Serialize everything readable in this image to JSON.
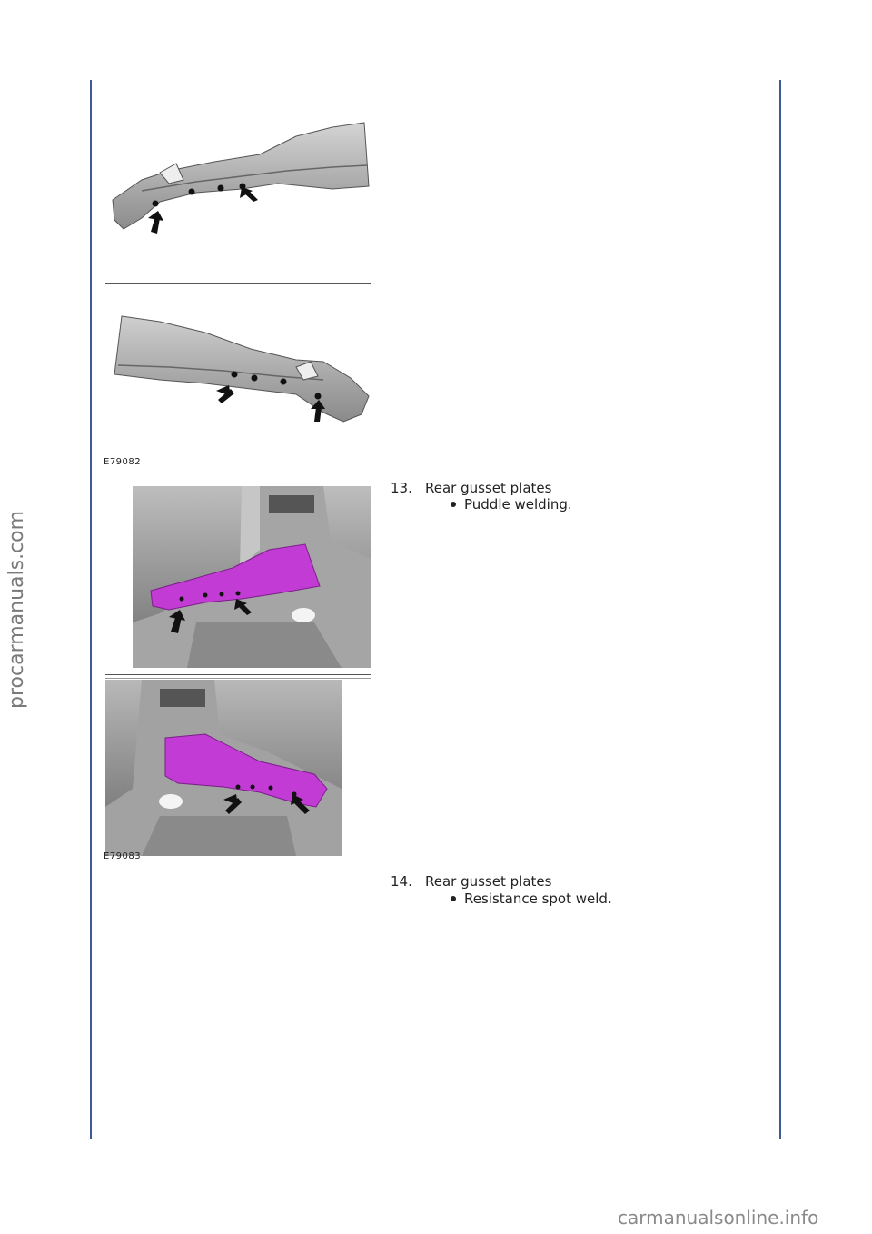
{
  "figures": [
    {
      "code": "E79082"
    },
    {
      "code": "E79083"
    }
  ],
  "steps": [
    {
      "number": "13.",
      "title": "Rear gusset plates",
      "bullets": [
        "Puddle welding."
      ]
    },
    {
      "number": "14.",
      "title": "Rear gusset plates",
      "bullets": [
        "Resistance spot weld."
      ]
    }
  ],
  "watermarks": {
    "side": "procarmanuals.com",
    "footer": "carmanualsonline.info"
  },
  "colors": {
    "rule": "#3a5a9a",
    "gusset": "#c23bd4",
    "metal": "#9a9a9a"
  }
}
